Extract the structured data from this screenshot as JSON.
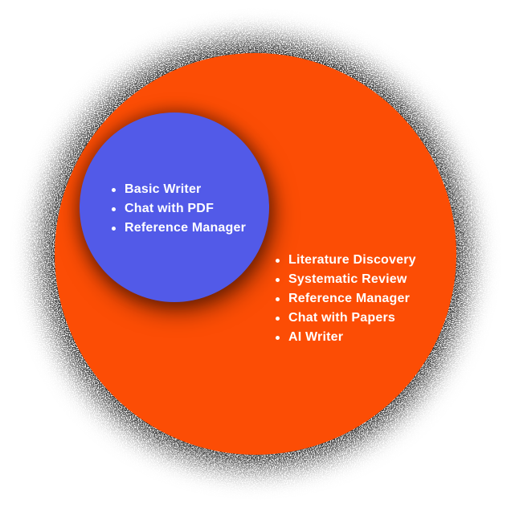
{
  "diagram": {
    "background_color": "#ffffff",
    "shadow_color": "#0a0a0a",
    "text_color": "#ffffff",
    "outer_circle": {
      "color": "#FC4D05",
      "items": [
        "Literature Discovery",
        "Systematic Review",
        "Reference Manager",
        "Chat with Papers",
        "AI Writer"
      ]
    },
    "inner_circle": {
      "color": "#525AE8",
      "items": [
        "Basic Writer",
        "Chat with PDF",
        "Reference Manager"
      ]
    }
  }
}
